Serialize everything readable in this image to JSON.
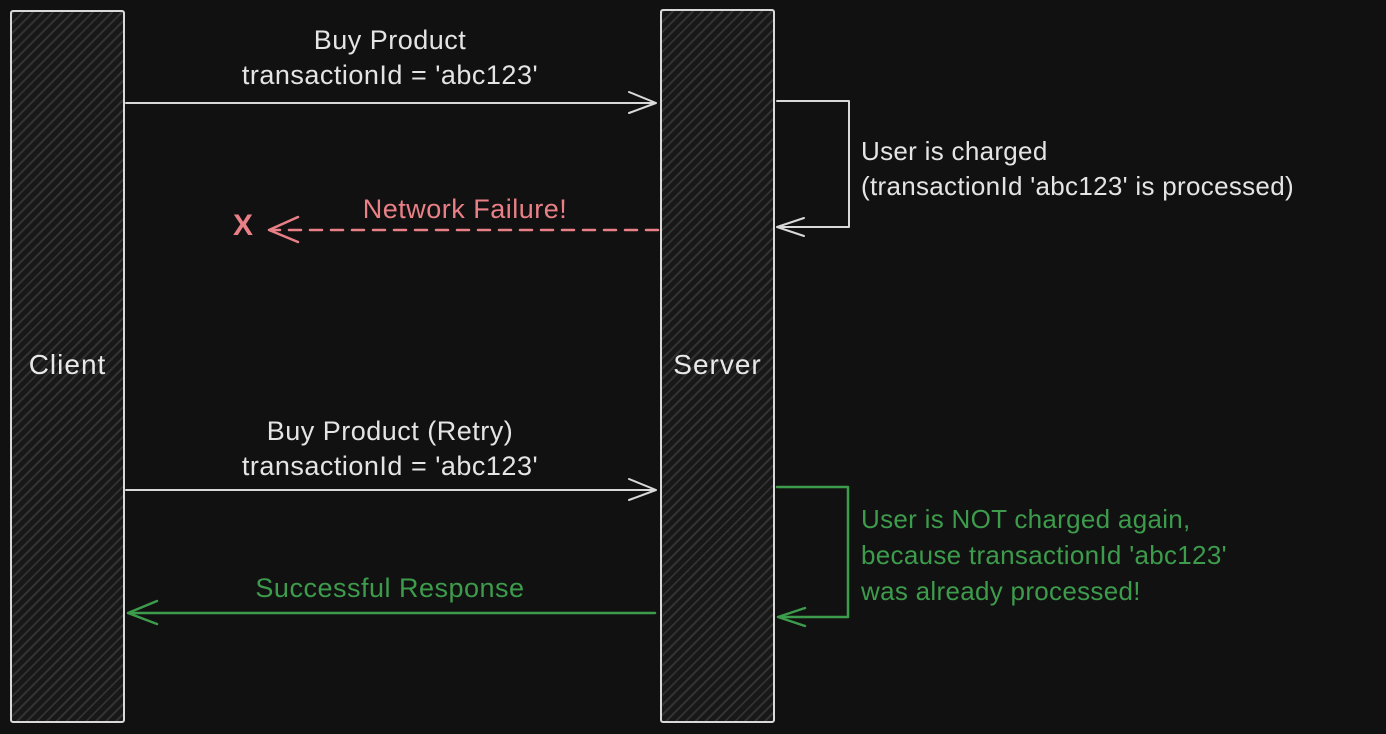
{
  "colors": {
    "background": "#111111",
    "stroke": "#d9d9d9",
    "text": "#e4e4e4",
    "red": "#ea8087",
    "green": "#3d9b4c"
  },
  "actors": {
    "client": "Client",
    "server": "Server"
  },
  "messages": {
    "buy": {
      "line1": "Buy Product",
      "line2": "transactionId = 'abc123'"
    },
    "failure": {
      "label": "Network Failure!",
      "mark": "X"
    },
    "retry": {
      "line1": "Buy Product (Retry)",
      "line2": "transactionId = 'abc123'"
    },
    "success": {
      "label": "Successful Response"
    }
  },
  "notes": {
    "charged": {
      "line1": "User is charged",
      "line2": "(transactionId 'abc123' is processed)"
    },
    "notCharged": {
      "line1": "User is NOT charged again,",
      "line2": "because transactionId 'abc123'",
      "line3": "was already processed!"
    }
  }
}
